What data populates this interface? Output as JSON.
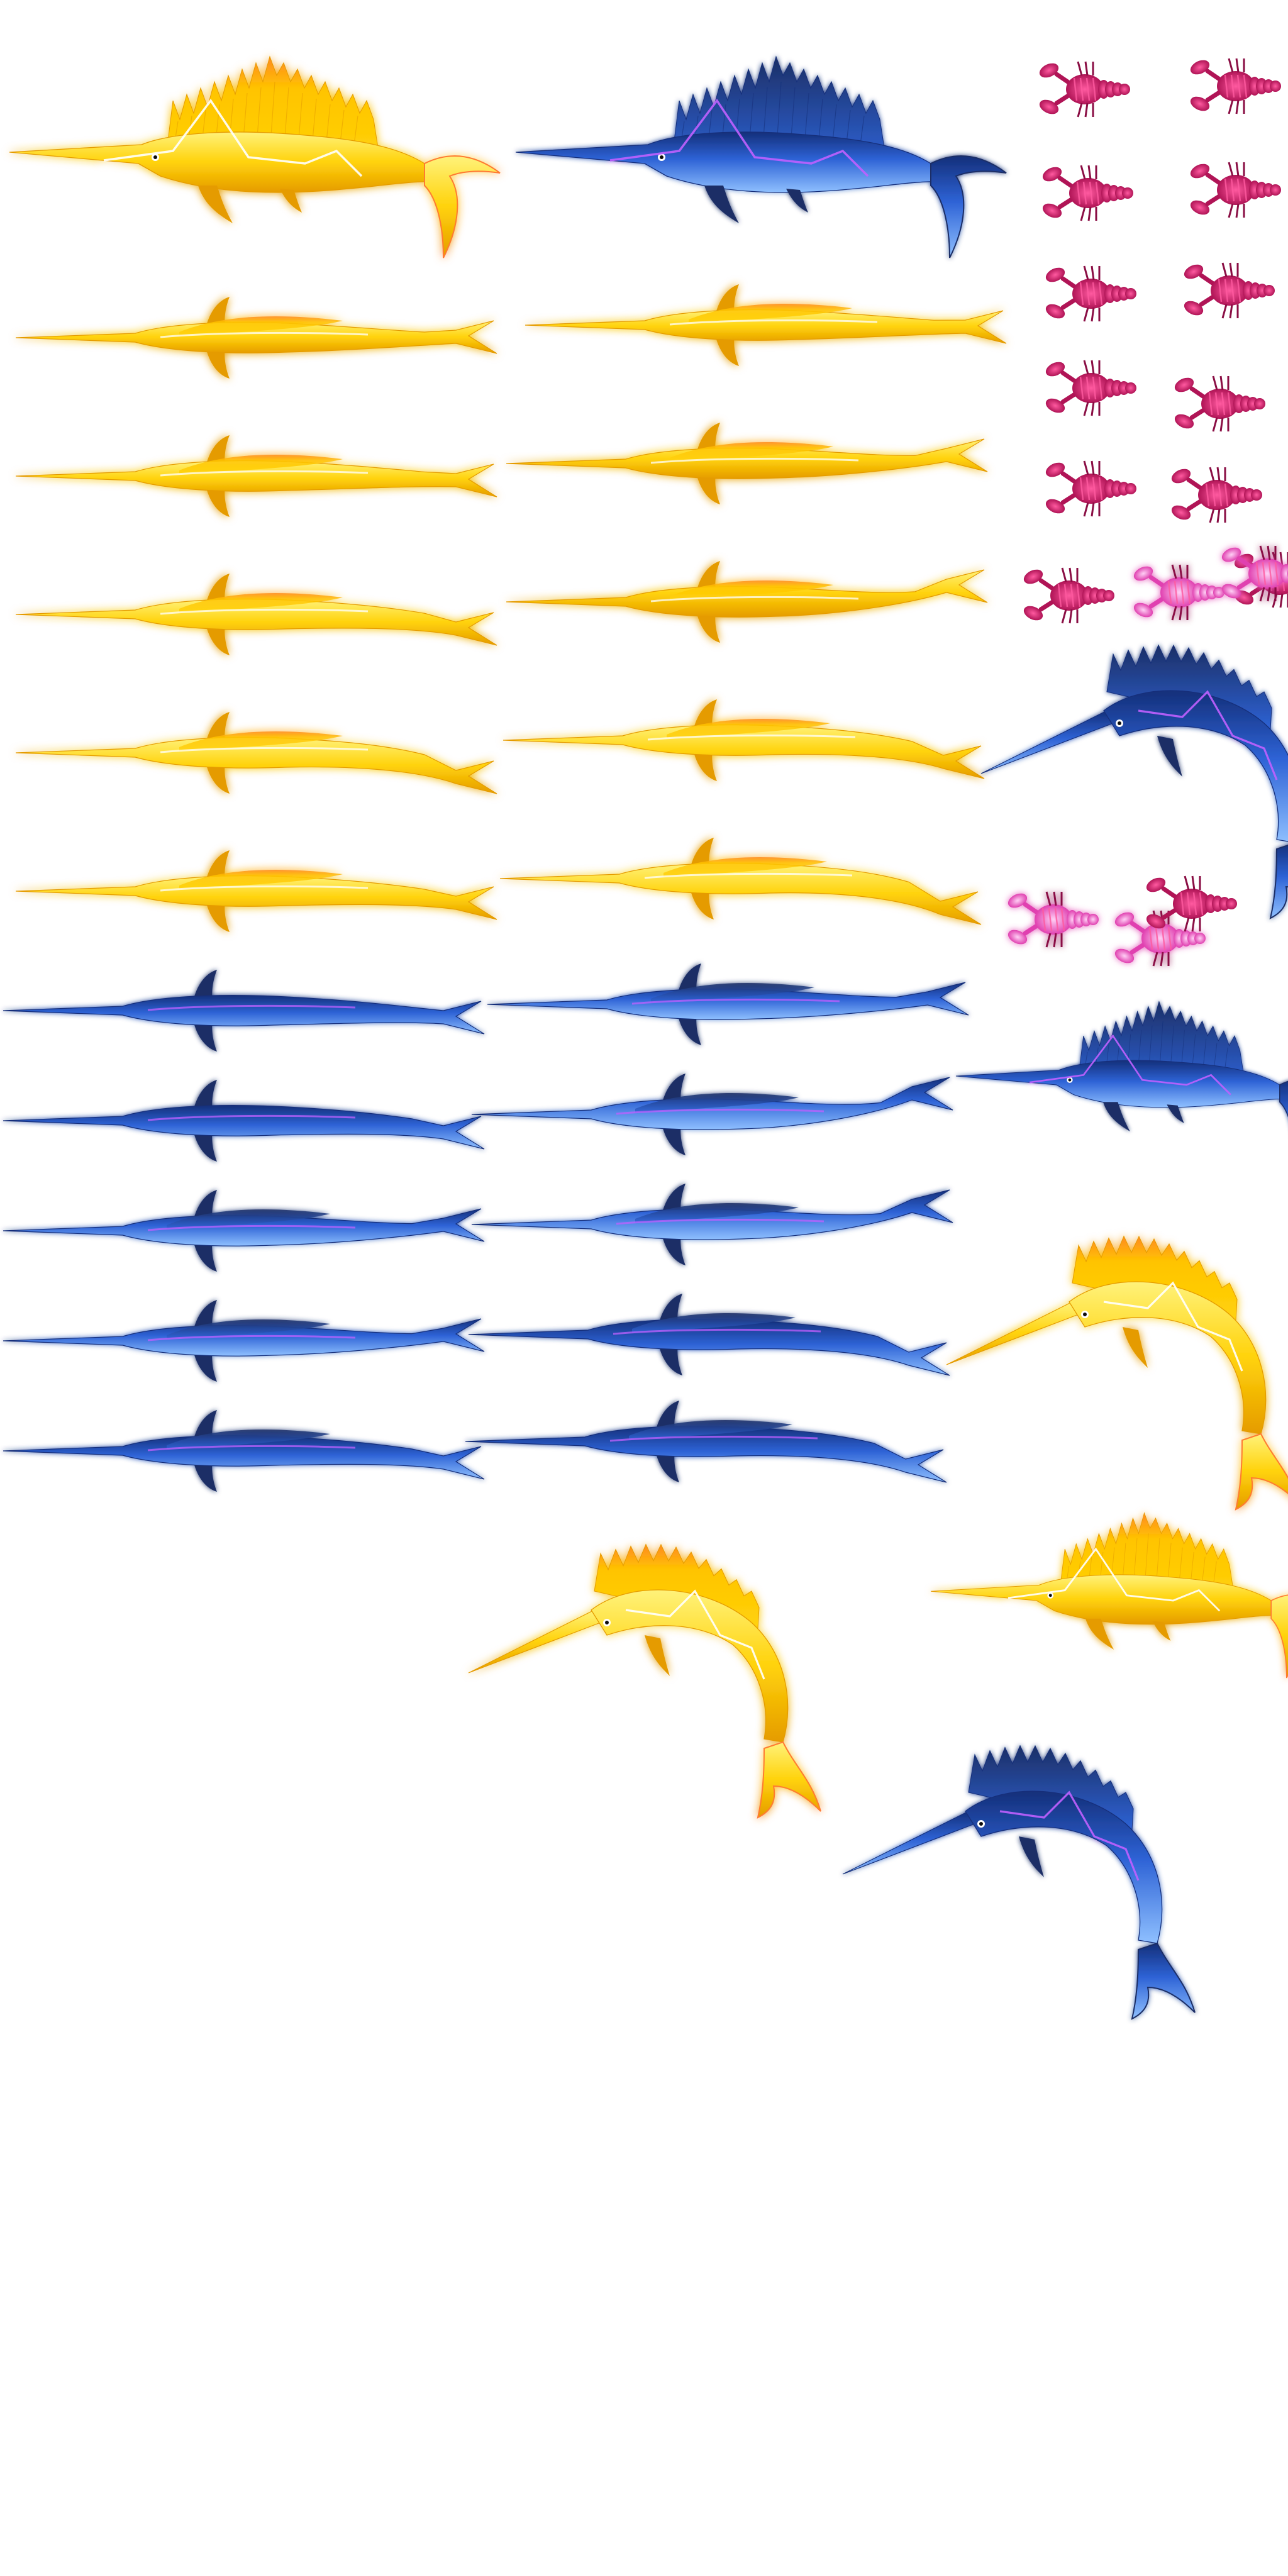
{
  "sheet": {
    "type": "sprite-sheet",
    "background": "#ffffff",
    "colors": {
      "gold_body": "#ffd20a",
      "gold_light": "#fff27a",
      "gold_dark": "#e59b00",
      "gold_glow": "#fff25a",
      "gold_fin_tip": "#ff7a30",
      "blue_body": "#2e63d6",
      "blue_light": "#8fc0ff",
      "blue_dark": "#142f7a",
      "blue_fin": "#1c2f66",
      "purple_glow": "#c060ff",
      "red_body": "#b01456",
      "red_stripe": "#ff5aa0",
      "pink_glow": "#ff6ad5",
      "lightning": "#ffffff"
    }
  },
  "sprites": [
    {
      "name": "gold-sailfish-side-frame",
      "kind": "sail-side",
      "palette": "gold",
      "facing": "left"
    },
    {
      "name": "blue-sailfish-side-frame",
      "kind": "sail-side",
      "palette": "blue",
      "facing": "left"
    },
    {
      "name": "gold-sailfish-top-frame-1",
      "kind": "top",
      "palette": "gold",
      "bend": 0
    },
    {
      "name": "gold-sailfish-top-frame-2",
      "kind": "top",
      "palette": "gold",
      "bend": 0.02
    },
    {
      "name": "gold-sailfish-top-frame-3",
      "kind": "top",
      "palette": "gold",
      "bend": 0.06
    },
    {
      "name": "gold-sailfish-top-frame-4",
      "kind": "top",
      "palette": "gold",
      "bend": 0.1
    },
    {
      "name": "gold-sailfish-top-frame-5",
      "kind": "top",
      "palette": "gold",
      "bend": 0.05
    },
    {
      "name": "gold-sailfish-top-frame-6",
      "kind": "top",
      "palette": "gold",
      "bend": 0.01
    },
    {
      "name": "gold-sailfish-top-frame-7",
      "kind": "top",
      "palette": "gold",
      "bend": -0.03
    },
    {
      "name": "gold-sailfish-top-frame-8",
      "kind": "top",
      "palette": "gold",
      "bend": -0.06
    },
    {
      "name": "gold-sailfish-top-frame-9",
      "kind": "top",
      "palette": "gold",
      "bend": 0.09
    },
    {
      "name": "gold-sailfish-top-frame-10",
      "kind": "top",
      "palette": "gold",
      "bend": 0.12
    },
    {
      "name": "blue-sailfish-top-frame-1",
      "kind": "top",
      "palette": "blue",
      "bend": 0.03,
      "sail": false
    },
    {
      "name": "blue-sailfish-top-frame-2",
      "kind": "top",
      "palette": "blue",
      "bend": 0.05,
      "sail": false
    },
    {
      "name": "blue-sailfish-top-frame-3",
      "kind": "top",
      "palette": "blue",
      "bend": -0.02,
      "sail": true
    },
    {
      "name": "blue-sailfish-top-frame-4",
      "kind": "top",
      "palette": "blue",
      "bend": -0.02,
      "sail": true
    },
    {
      "name": "blue-sailfish-top-frame-5",
      "kind": "top",
      "palette": "blue",
      "bend": 0.05,
      "sail": true
    },
    {
      "name": "blue-sailfish-top-frame-6",
      "kind": "top",
      "palette": "blue",
      "bend": -0.02,
      "sail": true
    },
    {
      "name": "blue-sailfish-top-frame-7",
      "kind": "top",
      "palette": "blue",
      "bend": -0.08,
      "sail": true
    },
    {
      "name": "blue-sailfish-top-frame-8",
      "kind": "top",
      "palette": "blue",
      "bend": -0.07,
      "sail": true
    },
    {
      "name": "blue-sailfish-top-frame-9",
      "kind": "top",
      "palette": "blue",
      "bend": 0.1,
      "sail": true
    },
    {
      "name": "blue-sailfish-top-frame-10",
      "kind": "top",
      "palette": "blue",
      "bend": 0.1,
      "sail": true
    },
    {
      "name": "red-crab-frame-1",
      "kind": "crab",
      "palette": "red"
    },
    {
      "name": "red-crab-frame-2",
      "kind": "crab",
      "palette": "red"
    },
    {
      "name": "red-crab-frame-3",
      "kind": "crab",
      "palette": "red"
    },
    {
      "name": "red-crab-frame-4",
      "kind": "crab",
      "palette": "red"
    },
    {
      "name": "red-crab-frame-5",
      "kind": "crab",
      "palette": "red"
    },
    {
      "name": "red-crab-frame-6",
      "kind": "crab",
      "palette": "red"
    },
    {
      "name": "red-crab-frame-7",
      "kind": "crab",
      "palette": "red"
    },
    {
      "name": "red-crab-frame-8",
      "kind": "crab",
      "palette": "red"
    },
    {
      "name": "red-crab-frame-9",
      "kind": "crab",
      "palette": "red"
    },
    {
      "name": "red-crab-frame-10",
      "kind": "crab",
      "palette": "red"
    },
    {
      "name": "red-crab-frame-11",
      "kind": "crab",
      "palette": "red"
    },
    {
      "name": "red-crab-frame-12",
      "kind": "crab",
      "palette": "pink"
    },
    {
      "name": "red-crab-frame-13",
      "kind": "crab",
      "palette": "red"
    },
    {
      "name": "red-crab-frame-14",
      "kind": "crab",
      "palette": "pink"
    },
    {
      "name": "red-crab-frame-15",
      "kind": "crab",
      "palette": "pink"
    },
    {
      "name": "red-crab-frame-16",
      "kind": "crab",
      "palette": "pink"
    },
    {
      "name": "red-crab-frame-17",
      "kind": "crab",
      "palette": "red"
    },
    {
      "name": "blue-sailfish-leap-frame",
      "kind": "leap",
      "palette": "blue",
      "facing": "left"
    },
    {
      "name": "blue-sailfish-side-frame-2",
      "kind": "sail-side",
      "palette": "blue",
      "facing": "left"
    },
    {
      "name": "gold-sailfish-leap-frame",
      "kind": "leap",
      "palette": "gold",
      "facing": "left"
    },
    {
      "name": "gold-sailfish-leap-frame-2",
      "kind": "leap",
      "palette": "gold",
      "facing": "left"
    },
    {
      "name": "gold-sailfish-side-frame-2",
      "kind": "sail-side",
      "palette": "gold",
      "facing": "left"
    },
    {
      "name": "blue-sailfish-leap-frame-2",
      "kind": "leap",
      "palette": "blue",
      "facing": "left"
    }
  ]
}
